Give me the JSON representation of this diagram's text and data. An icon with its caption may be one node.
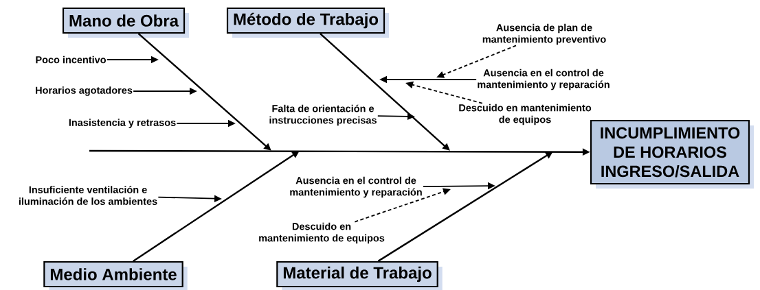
{
  "diagram": {
    "nodes": [
      {
        "text": [
          "Mano de Obra"
        ]
      },
      {
        "text": [
          "Método de Trabajo"
        ]
      },
      {
        "text": [
          "Medio Ambiente"
        ]
      },
      {
        "text": [
          "Material de Trabajo"
        ]
      },
      {
        "text": [
          "INCUMPLIMIENTO DE HORARIOS INGRESO/SALIDA"
        ]
      },
      {
        "text": [
          "Poco incentivo"
        ]
      },
      {
        "text": [
          "Horarios agotadores"
        ]
      },
      {
        "text": [
          "Inasistencia y retrasos"
        ]
      },
      {
        "text": [
          "Falta de orientación e instrucciones precisas"
        ]
      },
      {
        "text": [
          "Ausencia de plan de mantenimiento preventivo"
        ]
      },
      {
        "text": [
          "Ausencia en el control de mantenimiento y reparación"
        ]
      },
      {
        "text": [
          "Descuido en mantenimiento de equipos"
        ]
      },
      {
        "text": [
          "Insuficiente ventilación e iluminación de los ambientes"
        ]
      },
      {
        "text": [
          "Ausencia en el control de mantenimiento y reparación"
        ]
      },
      {
        "text": [
          "Descuido en mantenimiento de equipos"
        ]
      }
    ],
    "edges": [
      {
        "from": 0,
        "to": null,
        "arrow": "to"
      },
      {
        "from": 1,
        "to": null,
        "arrow": "to"
      },
      {
        "from": 2,
        "to": null,
        "arrow": "to"
      },
      {
        "from": 3,
        "to": null,
        "arrow": "to"
      },
      {
        "from": null,
        "to": 4,
        "arrow": "to"
      },
      {
        "from": 5,
        "to": null,
        "arrow": "to"
      },
      {
        "from": 6,
        "to": null,
        "arrow": "to"
      },
      {
        "from": 7,
        "to": null,
        "arrow": "to"
      },
      {
        "from": 8,
        "to": null,
        "arrow": "to"
      },
      {
        "from": 9,
        "to": null,
        "arrow": "to",
        "style": "dashed"
      },
      {
        "from": 10,
        "to": null,
        "arrow": "to"
      },
      {
        "from": 11,
        "to": null,
        "arrow": "to",
        "style": "dashed"
      },
      {
        "from": 12,
        "to": null,
        "arrow": "to"
      },
      {
        "from": 13,
        "to": null,
        "arrow": "to"
      },
      {
        "from": 14,
        "to": null,
        "arrow": "to",
        "style": "dashed"
      }
    ]
  }
}
